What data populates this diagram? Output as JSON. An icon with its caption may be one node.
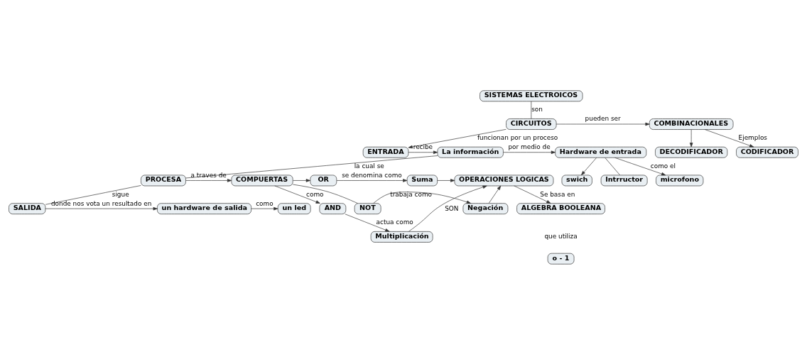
{
  "diagram": {
    "nodes": [
      {
        "text": [
          "SISTEMAS ELECTROICOS"
        ]
      },
      {
        "text": [
          "CIRCUITOS"
        ]
      },
      {
        "text": [
          "COMBINACIONALES"
        ]
      },
      {
        "text": [
          "CODIFICADOR"
        ]
      },
      {
        "text": [
          "DECODIFICADOR"
        ]
      },
      {
        "text": [
          "ENTRADA"
        ]
      },
      {
        "text": [
          "La información"
        ]
      },
      {
        "text": [
          "Hardware de entrada"
        ]
      },
      {
        "text": [
          "microfono"
        ]
      },
      {
        "text": [
          "swich"
        ]
      },
      {
        "text": [
          "Intrructor"
        ]
      },
      {
        "text": [
          "PROCESA"
        ]
      },
      {
        "text": [
          "COMPUERTAS"
        ]
      },
      {
        "text": [
          "AND"
        ]
      },
      {
        "text": [
          "OR"
        ]
      },
      {
        "text": [
          "NOT"
        ]
      },
      {
        "text": [
          "Multiplicación"
        ]
      },
      {
        "text": [
          "Suma"
        ]
      },
      {
        "text": [
          "Negación"
        ]
      },
      {
        "text": [
          "OPERACIONES LOGICAS"
        ]
      },
      {
        "text": [
          "ALGEBRA BOOLEANA"
        ]
      },
      {
        "text": [
          "o - 1"
        ]
      },
      {
        "text": [
          "SALIDA"
        ]
      },
      {
        "text": [
          "un hardware de salida"
        ]
      },
      {
        "text": [
          "un led"
        ]
      }
    ],
    "edges": [
      {
        "from": 0,
        "to": 1,
        "arrow": "none",
        "label": "son"
      },
      {
        "from": 1,
        "to": 2,
        "arrow": "to",
        "label": "pueden ser"
      },
      {
        "from": 2,
        "to": 3,
        "arrow": "to",
        "label": "Ejemplos"
      },
      {
        "from": 2,
        "to": 4,
        "arrow": "to"
      },
      {
        "from": 1,
        "to": 5,
        "arrow": "to",
        "label": "funcionan por un proceso"
      },
      {
        "from": 5,
        "to": 6,
        "arrow": "to",
        "label": "recibe"
      },
      {
        "from": 6,
        "to": 7,
        "arrow": "to",
        "label": "por medio de"
      },
      {
        "from": 7,
        "to": 8,
        "arrow": "to",
        "label": "como el"
      },
      {
        "from": 7,
        "to": 9,
        "arrow": "to"
      },
      {
        "from": 7,
        "to": 10,
        "arrow": "none"
      },
      {
        "from": 6,
        "to": 11,
        "arrow": "none",
        "label": "la cual se"
      },
      {
        "from": 11,
        "to": 12,
        "arrow": "to",
        "label": "a traves de"
      },
      {
        "from": 12,
        "to": 13,
        "arrow": "to",
        "label": "como"
      },
      {
        "from": 12,
        "to": 14,
        "arrow": "to"
      },
      {
        "from": 12,
        "to": 15,
        "arrow": "none"
      },
      {
        "from": 13,
        "to": 16,
        "arrow": "to",
        "label": "actua como"
      },
      {
        "from": 14,
        "to": 17,
        "arrow": "to",
        "label": "se denomina como"
      },
      {
        "from": 15,
        "to": 18,
        "arrow": "to",
        "label": "trabaja como"
      },
      {
        "from": 16,
        "to": 19,
        "arrow": "to",
        "label": "SON"
      },
      {
        "from": 17,
        "to": 19,
        "arrow": "to"
      },
      {
        "from": 18,
        "to": 19,
        "arrow": "to"
      },
      {
        "from": 19,
        "to": 20,
        "arrow": "to",
        "label": "Se basa en"
      },
      {
        "from": 11,
        "to": 22,
        "arrow": "none",
        "label": "sigue"
      },
      {
        "from": 22,
        "to": 23,
        "arrow": "to",
        "label": "donde nos vota un resultado en"
      },
      {
        "from": 23,
        "to": 24,
        "arrow": "to",
        "label": "como"
      }
    ],
    "labels": [
      "que utiliza"
    ]
  }
}
